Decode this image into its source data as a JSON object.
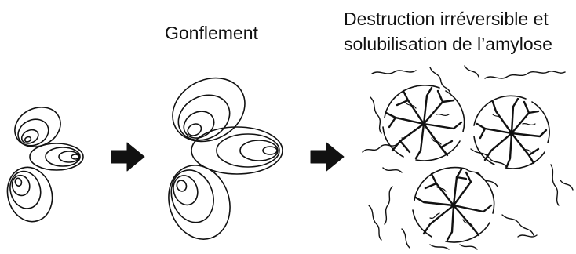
{
  "diagram": {
    "labels": {
      "swelling": "Gonflement",
      "destruction_line1": "Destruction irréversible et",
      "destruction_line2": "solubilisation de l’amylose"
    },
    "stages": [
      {
        "id": "native-granules"
      },
      {
        "id": "swollen-granules"
      },
      {
        "id": "destroyed-granules"
      }
    ],
    "colors": {
      "ink": "#111111",
      "background": "#ffffff"
    }
  }
}
